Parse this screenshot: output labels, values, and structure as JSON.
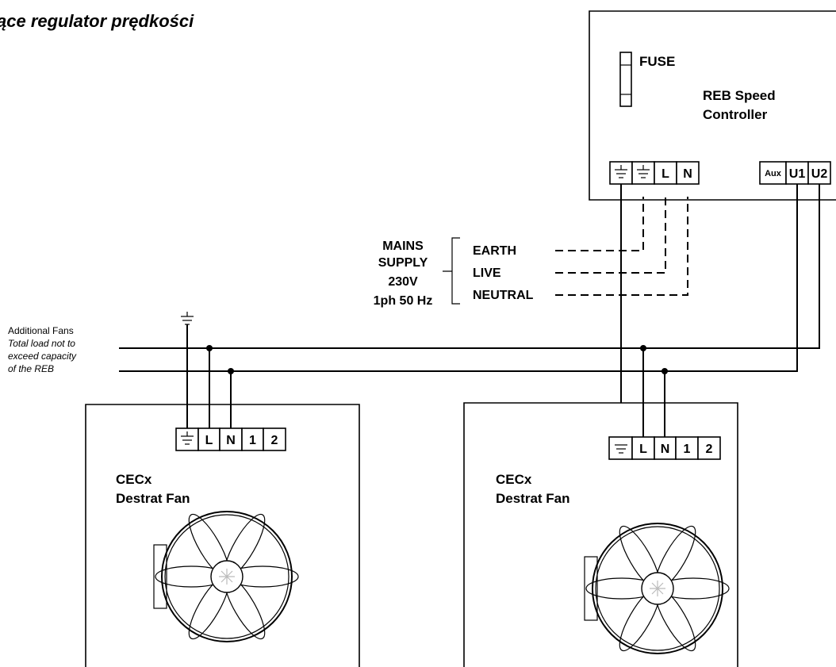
{
  "title": "ące regulator prędkości",
  "controller": {
    "fuse_label": "FUSE",
    "name_line1": "REB Speed",
    "name_line2": "Controller",
    "terminals_left": [
      "earth",
      "earth",
      "L",
      "N"
    ],
    "terminals_right": [
      "Aux",
      "U1",
      "U2"
    ]
  },
  "mains": {
    "line1": "MAINS",
    "line2": "SUPPLY",
    "line3": "230V",
    "line4": "1ph 50 Hz",
    "earth": "EARTH",
    "live": "LIVE",
    "neutral": "NEUTRAL"
  },
  "additional": {
    "line1": "Additional Fans",
    "line2": "Total load not to",
    "line3": "exceed capacity",
    "line4": "of the REB"
  },
  "fan_terminals": [
    "earth",
    "L",
    "N",
    "1",
    "2"
  ],
  "fan1": {
    "name_line1": "CECx",
    "name_line2": "Destrat Fan"
  },
  "fan2": {
    "name_line1": "CECx",
    "name_line2": "Destrat Fan"
  }
}
